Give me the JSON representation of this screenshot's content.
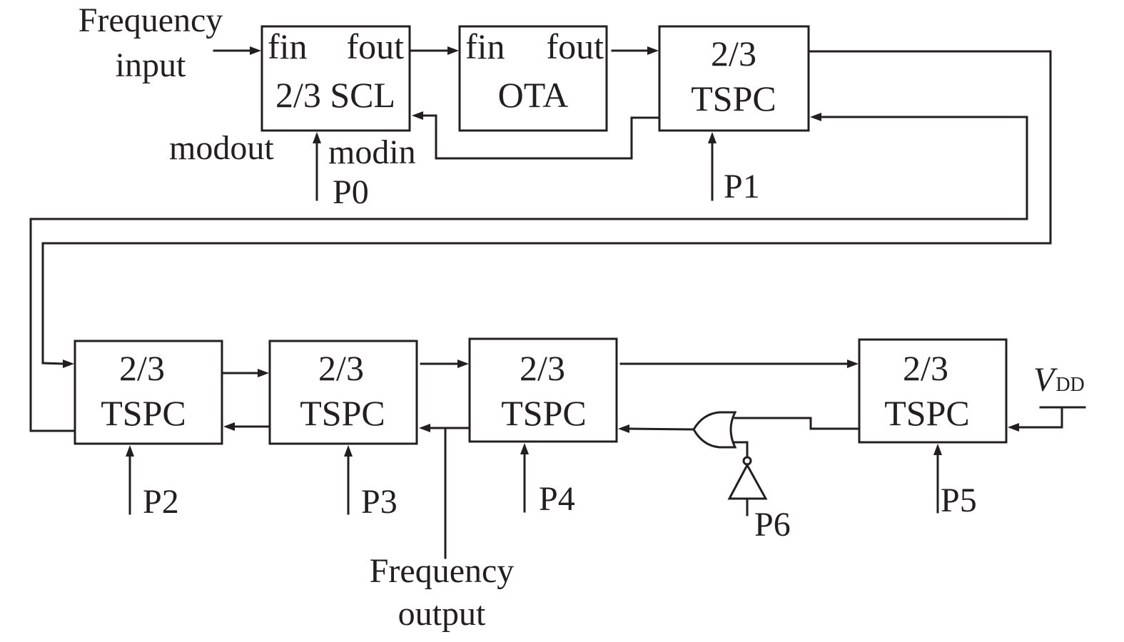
{
  "diagram": {
    "type": "block-diagram",
    "subject": "Multi-modulus frequency divider chain of 2/3 prescaler cells",
    "colors": {
      "stroke": "#231f20",
      "background": "#ffffff"
    },
    "input_label": [
      "Frequency",
      "input"
    ],
    "output_label": [
      "Frequency",
      "output"
    ],
    "blocks": {
      "scl": {
        "pin_in": "fin",
        "pin_out": "fout",
        "title": "2/3 SCL",
        "modout": "modout",
        "modin": "modin",
        "control": "P0"
      },
      "ota": {
        "pin_in": "fin",
        "pin_out": "fout",
        "title": "OTA"
      },
      "tspc1": {
        "line1": "2/3",
        "line2": "TSPC",
        "control": "P1"
      },
      "tspc2": {
        "line1": "2/3",
        "line2": "TSPC",
        "control": "P2"
      },
      "tspc3": {
        "line1": "2/3",
        "line2": "TSPC",
        "control": "P3"
      },
      "tspc4": {
        "line1": "2/3",
        "line2": "TSPC",
        "control": "P4"
      },
      "tspc5": {
        "line1": "2/3",
        "line2": "TSPC",
        "control": "P5"
      }
    },
    "gates": {
      "or_gate": "or-gate",
      "inverter": "not-gate",
      "inverter_input": "P6"
    },
    "supply": {
      "main": "V",
      "subscript": "DD"
    },
    "connections": [
      [
        "Frequency input",
        "scl.fin"
      ],
      [
        "scl.fout",
        "ota.fin"
      ],
      [
        "ota.fout",
        "tspc1.in"
      ],
      [
        "tspc1.out",
        "tspc2.in"
      ],
      [
        "tspc2.out",
        "tspc3.in"
      ],
      [
        "tspc3.out",
        "tspc4.in"
      ],
      [
        "tspc4.out",
        "tspc5.in"
      ],
      [
        "tspc5.modout",
        "or_gate.in1"
      ],
      [
        "inverter(P6)",
        "or_gate.in2"
      ],
      [
        "or_gate.out",
        "tspc4.modin"
      ],
      [
        "tspc4.modout",
        "tspc3.modin"
      ],
      [
        "tspc3.modout",
        "tspc2.modin"
      ],
      [
        "tspc2.modout",
        "tspc1.modin"
      ],
      [
        "tspc1.modout",
        "scl.modin"
      ],
      [
        "VDD",
        "tspc5.modin"
      ],
      [
        "tspc4.modout",
        "Frequency output"
      ]
    ]
  }
}
